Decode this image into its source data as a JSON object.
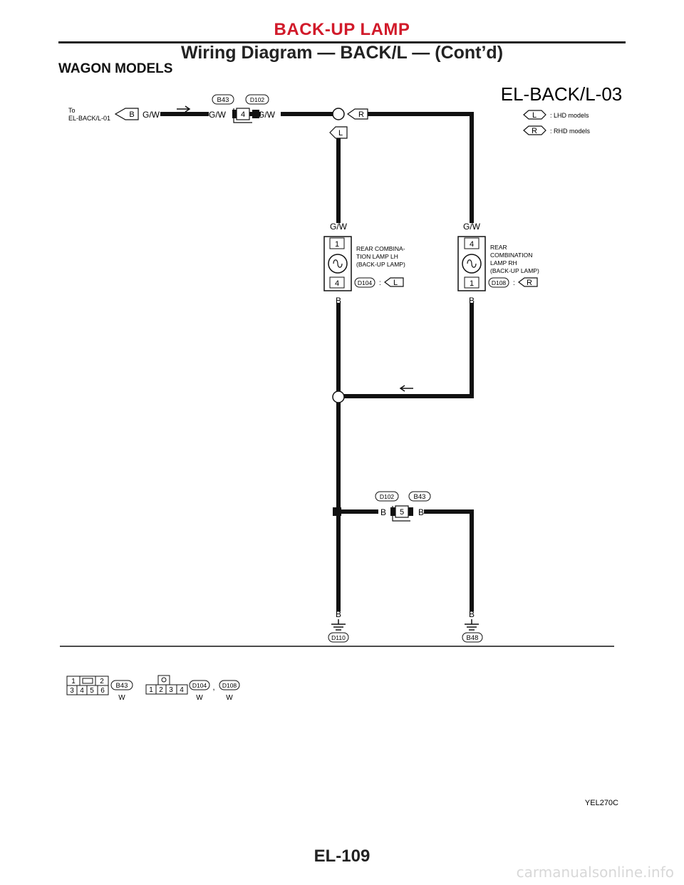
{
  "header": {
    "title": "BACK-UP LAMP",
    "subtitle": "Wiring Diagram — BACK/L — (Cont’d)"
  },
  "section_title": "WAGON MODELS",
  "diagram": {
    "code": "EL-BACK/L-03",
    "to_label_line1": "To",
    "to_label_line2": "EL-BACK/L-01",
    "to_terminal": "B",
    "wire_gw": "G/W",
    "wire_b": "B",
    "top_connector": {
      "left_tag": "B43",
      "right_tag": "D102",
      "pin": "4"
    },
    "branch_left_tag": "L",
    "branch_right_tag": "R",
    "legend": [
      {
        "tag": "L",
        "text": ": LHD models"
      },
      {
        "tag": "R",
        "text": ": RHD models"
      }
    ],
    "lamp_lh": {
      "label_line1": "REAR COMBINA-",
      "label_line2": "TION LAMP LH",
      "label_line3": "(BACK-UP LAMP)",
      "pin_top": "1",
      "pin_bottom": "4",
      "connector": "D104",
      "colon": ":",
      "model_tag": "L"
    },
    "lamp_rh": {
      "label_line1": "REAR",
      "label_line2": "COMBINATION",
      "label_line3": "LAMP RH",
      "label_line4": "(BACK-UP LAMP)",
      "pin_top": "4",
      "pin_bottom": "1",
      "connector": "D108",
      "colon": ":",
      "model_tag": "R"
    },
    "bottom_connector": {
      "left_tag": "D102",
      "right_tag": "B43",
      "pin": "5"
    },
    "ground_left": "D110",
    "ground_right": "B48",
    "connector_views": {
      "b43_pins_top": [
        "1",
        "2"
      ],
      "b43_pins_bottom": [
        "3",
        "4",
        "5",
        "6"
      ],
      "b43_tag": "B43",
      "b43_color": "W",
      "lamp_pins": [
        "1",
        "2",
        "3",
        "4"
      ],
      "lamp_tag_1": "D104",
      "separator": ",",
      "lamp_tag_2": "D108",
      "lamp_color_1": "W",
      "lamp_color_2": "W"
    },
    "figure_code": "YEL270C"
  },
  "footer": {
    "page": "EL-109"
  },
  "watermark": "carmanualsonline.info",
  "colors": {
    "title_red": "#d11a2a",
    "line": "#111111"
  }
}
